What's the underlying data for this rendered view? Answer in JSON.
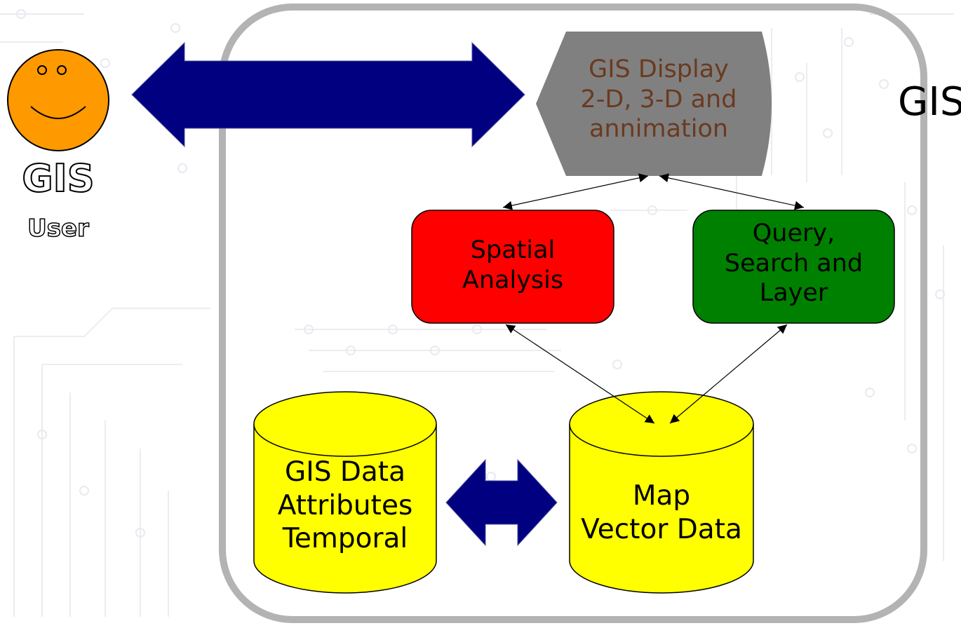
{
  "system_label": "GIS",
  "user": {
    "title": "GIS",
    "subtitle": "User"
  },
  "display": {
    "lines": [
      "GIS Display",
      "2-D, 3-D and",
      "annimation"
    ]
  },
  "spatial": {
    "lines": [
      "Spatial",
      "Analysis"
    ]
  },
  "query": {
    "lines": [
      "Query,",
      "Search and",
      "Layer"
    ]
  },
  "gis_data": {
    "lines": [
      "GIS Data",
      "Attributes",
      "Temporal"
    ]
  },
  "map_data": {
    "lines": [
      "Map",
      "Vector Data"
    ]
  },
  "colors": {
    "arrow": "#000080",
    "display": "#808080",
    "display_text": "#6b3a1f",
    "spatial": "#ff0000",
    "query": "#008000",
    "cylinder": "#ffff00",
    "smiley": "#ff9900",
    "frame": "#b3b3b3"
  }
}
